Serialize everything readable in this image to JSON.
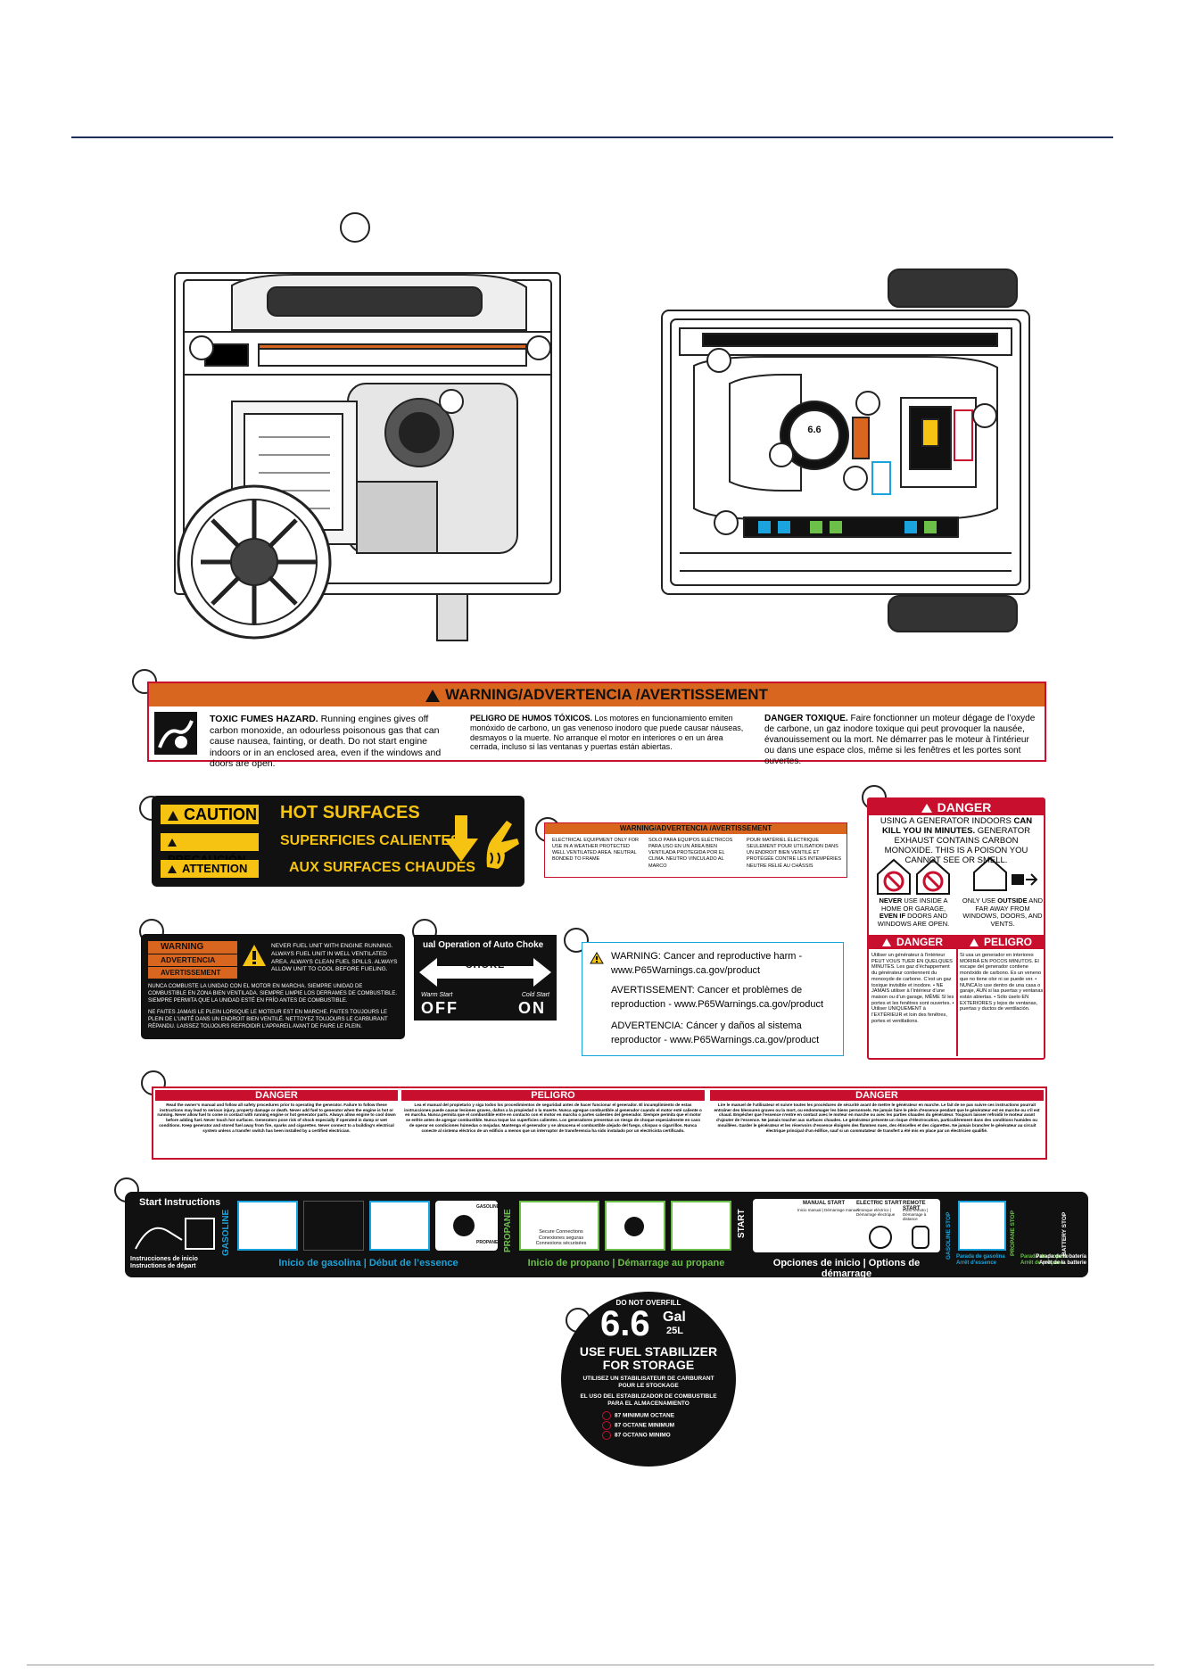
{
  "fumes_label": {
    "header": "WARNING/ADVERTENCIA /AVERTISSEMENT",
    "en_bold": "TOXIC FUMES HAZARD.",
    "en": "Running engines gives off carbon monoxide, an odourless poisonous gas that can cause nausea, fainting, or death. Do not start engine indoors or in an enclosed area, even if the windows and doors are open.",
    "es_bold": "PELIGRO DE HUMOS TÓXICOS.",
    "es": "Los motores en funcionamiento emiten monóxido de carbono, un gas venenoso inodoro que puede causar náuseas, desmayos o la muerte. No arranque el motor en interiores o en un área cerrada, incluso si las ventanas y puertas están abiertas.",
    "fr_bold": "DANGER TOXIQUE.",
    "fr": "Faire fonctionner un moteur dégage de l’oxyde de carbone, un gaz inodore toxique qui peut provoquer la nausée, évanouissement ou la mort. Ne démarrer pas le moteur à l’intérieur ou dans une espace clos, même si les fenêtres et les portes sont ouvertes."
  },
  "hot_label": {
    "rows": [
      {
        "badge": "CAUTION",
        "text": "HOT SURFACES"
      },
      {
        "badge": "PRECAUCIÓN",
        "text": "SUPERFICIES CALIENTES"
      },
      {
        "badge": "ATTENTION",
        "text": "AUX SURFACES CHAUDES"
      }
    ]
  },
  "elec_label": {
    "header": "WARNING/ADVERTENCIA /AVERTISSEMENT",
    "en": "ELECTRICAL EQUIPMENT ONLY FOR USE IN A WEATHER PROTECTED WELL VENTILATED AREA. NEUTRAL BONDED TO FRAME",
    "es": "SOLO PARA EQUIPOS ELÉCTRICOS PARA USO EN UN ÁREA BIEN VENTILADA PROTEGIDA POR EL CLIMA. NEUTRO VINCULADO AL MARCO",
    "fr": "POUR MATÉRIEL ÉLECTRIQUE SEULEMENT POUR UTILISATION DANS UN ENDROIT BIEN VENTILÉ ET PROTÉGÉE CONTRE LES INTEMPÉRIES NEUTRE RELIÉ AU CHÂSSIS"
  },
  "danger_label": {
    "header": "DANGER",
    "intro_a": "USING A GENERATOR INDOORS ",
    "intro_b": "CAN KILL YOU IN MINUTES.",
    "intro_c": " GENERATOR EXHAUST CONTAINS CARBON MONOXIDE. THIS IS A POISON YOU CANNOT SEE OR SMELL.",
    "never_a": "NEVER",
    "never_b": " USE INSIDE A HOME OR GARAGE, ",
    "never_c": "EVEN IF",
    "never_d": " DOORS AND WINDOWS ARE OPEN.",
    "only_a": "ONLY USE ",
    "only_b": "OUTSIDE",
    "only_c": " AND FAR AWAY FROM WINDOWS, DOORS, AND VENTS.",
    "fr_header": "DANGER",
    "es_header": "PELIGRO",
    "fr_text": "Utiliser un générateur à l’intérieur PEUT VOUS TUER EN QUELQUES MINUTES. Les gaz d’échappement du générateur contiennent du monoxyde de carbone. C’est un gaz toxique invisible et inodore. • NE JAMAIS utiliser à l’intérieur d’une maison ou d’un garage, MÊME SI les portes et les fenêtres sont ouvertes. • Utiliser UNIQUEMENT à l’EXTÉRIEUR et loin des fenêtres, portes et ventilations.",
    "es_text": "Si usa un generador en interiores MORIRÁ EN POCOS MINUTOS. El escape del generador contiene monóxido de carbono. Es un veneno que no tiene olor ni se puede ver. • NUNCA lo use dentro de una casa o garaje, AUN si las puertas y ventanas están abiertas. • Sólo úselo EN EXTERIORES y lejos de ventanas, puertas y ductos de ventilación."
  },
  "fuel_label": {
    "badges": [
      "WARNING",
      "ADVERTENCIA",
      "AVERTISSEMENT"
    ],
    "en": "NEVER FUEL UNIT WITH ENGINE RUNNING. ALWAYS FUEL UNIT IN WELL VENTILATED AREA. ALWAYS CLEAN FUEL SPILLS. ALWAYS ALLOW UNIT TO COOL BEFORE FUELING.",
    "es": "NUNCA COMBUSTE LA UNIDAD CON EL MOTOR EN MARCHA. SIEMPRE UNIDAD DE COMBUSTIBLE EN ZONA BIEN VENTILADA. SIEMPRE LIMPIE LOS DERRAMES DE COMBUSTIBLE. SIEMPRE PERMITA QUE LA UNIDAD ESTÉ EN FRÍO ANTES DE COMBUSTIBLE.",
    "fr": "NE FAITES JAMAIS LE PLEIN LORSQUE LE MOTEUR EST EN MARCHE. FAITES TOUJOURS LE PLEIN DE L’UNITÉ DANS UN ENDROIT BIEN VENTILÉ. NETTOYEZ TOUJOURS LE CARBURANT RÉPANDU. LAISSEZ TOUJOURS REFROIDIR L’APPAREIL AVANT DE FAIRE LE PLEIN."
  },
  "choke_label": {
    "title": "ual Operation of Auto Choke",
    "choke": "CHOKE",
    "warm": "Warm Start",
    "cold": "Cold Start",
    "off": "OFF",
    "on": "ON"
  },
  "p65_label": {
    "en": "WARNING: Cancer and reproductive harm - www.P65Warnings.ca.gov/product",
    "fr": "AVERTISSEMENT: Cancer et problèmes de reproduction - www.P65Warnings.ca.gov/product",
    "es": "ADVERTENCIA: Cáncer y daños al sistema reproductor - www.P65Warnings.ca.gov/product"
  },
  "manual_label": {
    "h1": "DANGER",
    "h2": "PELIGRO",
    "h3": "DANGER",
    "en": "Read the owner’s manual and follow all safety procedures prior to operating the generator. Failure to follow these instructions may lead to serious injury, property damage or death. Never add fuel to generator when the engine is hot or running. Never allow fuel to come in contact with running engine or hot generator parts. Always allow engine to cool down before adding fuel. Never touch hot surfaces. Generators pose risk of shock especially if operated in damp or wet conditions. Keep generator and stored fuel away from fire, sparks and cigarettes. Never connect to a building’s electrical system unless a transfer switch has been installed by a certified electrician.",
    "es": "Lea el manual del propietario y siga todos los procedimientos de seguridad antes de hacer funcionar el generador. El incumplimiento de estas instrucciones puede causar lesiones graves, daños a la propiedad o la muerte. Nunca agregue combustible al generador cuando el motor esté caliente o en marcha. Nunca permita que el combustible entre en contacto con el motor en marcha o partes calientes del generador. Siempre permita que el motor se enfríe antes de agregar combustible. Nunca toque las superficies calientes. Los generadores presentan un riesgo de choque especialmente en caso de operar en condiciones húmedas o mojadas. Mantenga el generador y se almacena el combustible alejado del fuego, chispas o cigarrillos. Nunca conecte al sistema eléctrico de un edificio a menos que un interruptor de transferencia ha sido instalado por un electricista certificado.",
    "fr": "Lire le manuel de l’utilisateur et suivre toutes les procédures de sécurité avant de mettre le générateur en marche. Le fait de ne pas suivre ces instructions pourrait entraîner des blessures graves ou la mort, ou endommager les biens personnels. Ne jamais faire le plein d’essence pendant que le générateur est en marche ou s’il est chaud. Empêcher que l’essence n’entre en contact avec le moteur en marche ou avec les parties chaudes du générateur. Toujours laisser refroidir le moteur avant d’ajouter de l’essence. Ne jamais toucher aux surfaces chaudes. Le générateur présente un risque d’électrocution, particulièrement dans des conditions humides ou mouillées. Garder le générateur et les réservoirs d’essence éloignés des flammes nues, des étincelles et des cigarettes. Ne jamais brancher le générateur au circuit électrique principal d’un édifice, sauf si un commutateur de transfert a été mis en place par un électricien qualifié."
  },
  "start_strip": {
    "title": "Start Instructions",
    "intro_es": "Instrucciones de inicio",
    "intro_fr": "Instructions de départ",
    "gas_vert": "GASOLINE",
    "gas_caption": "Inicio de gasolina | Début de l’essence",
    "prop_vert": "PROPANE",
    "prop_caption": "Inicio de propano | Démarrage au propane",
    "secure_1": "Secure Connections",
    "secure_2": "Conexiones seguras",
    "secure_3": "Connexions sécurisées",
    "dial_gas": "GASOLINE",
    "dial_prop": "PROPANE",
    "start_vert": "START",
    "manual_start": "MANUAL START",
    "manual_sub": "Inicio manual | Démarrage manuel",
    "electric_start": "ELECTRIC START",
    "electric_sub": "Arranque eléctrico | Démarrage électrique",
    "remote_start": "REMOTE START",
    "remote_sub": "Inicio remoto | Démarrage à distance",
    "start_caption": "Opciones de inicio | Options de démarrage",
    "gas_stop_vert": "GASOLINE STOP",
    "gas_stop_es": "Parada de gasolina",
    "gas_stop_fr": "Arrêt d’essence",
    "prop_stop_vert": "PROPANE STOP",
    "prop_stop_es": "Parada de propano",
    "prop_stop_fr": "Arrêt de propane",
    "bat_stop_vert": "BATTERY STOP",
    "bat_stop_es": "Parada de la batería",
    "bat_stop_fr": "Arrêt de la batterie"
  },
  "fuel_cap": {
    "top": "DO NOT OVERFILL",
    "volume": "6.6",
    "unit": "Gal",
    "liters": "25L",
    "line1": "USE FUEL STABILIZER",
    "line2": "FOR STORAGE",
    "fr": "UTILISEZ UN STABILISATEUR DE CARBURANT POUR LE STOCKAGE",
    "es": "EL USO DEL ESTABILIZADOR DE COMBUSTIBLE PARA EL ALMACENAMIENTO",
    "oct1": "87 MINIMUM OCTANE",
    "oct2": "87 OCTANE MINIMUM",
    "oct3": "87 OCTANO MINIMO"
  },
  "top_cap_number": "6.6",
  "colors": {
    "rule": "#1f2f5c",
    "warning_orange": "#d8661e",
    "danger_red": "#c8102e",
    "caution_yellow": "#f6c313",
    "gas_blue": "#1aa3dc",
    "propane_green": "#6cc04a"
  }
}
